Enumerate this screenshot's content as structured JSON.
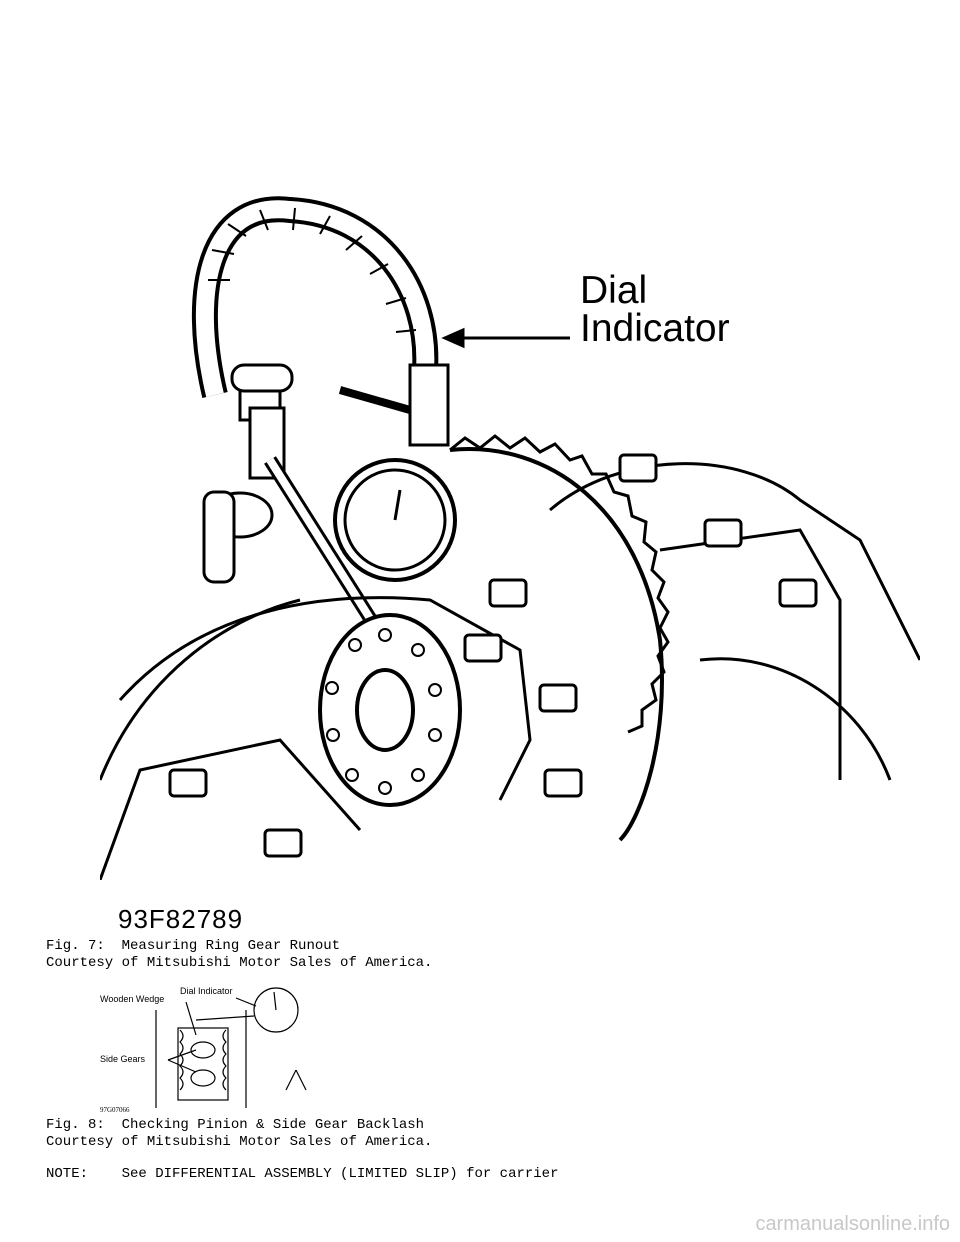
{
  "figure7": {
    "callout_line1": "Dial",
    "callout_line2": "Indicator",
    "code": "93F82789",
    "caption_line1": "Fig. 7:  Measuring Ring Gear Runout",
    "caption_line2": "Courtesy of Mitsubishi Motor Sales of America."
  },
  "figure8": {
    "label_dial": "Dial Indicator",
    "label_wedge": "Wooden Wedge",
    "label_side_gears": "Side Gears",
    "code": "97G07066",
    "caption_line1": "Fig. 8:  Checking Pinion & Side Gear Backlash",
    "caption_line2": "Courtesy of Mitsubishi Motor Sales of America."
  },
  "note": "NOTE:    See DIFFERENTIAL ASSEMBLY (LIMITED SLIP) for carrier",
  "watermark": "carmanualsonline.info"
}
